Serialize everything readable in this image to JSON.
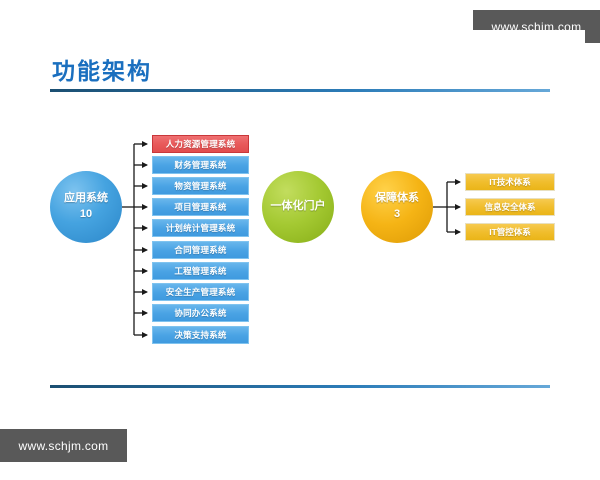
{
  "watermarks": {
    "top": "www.schjm.com",
    "bottom": "www.schjm.com"
  },
  "slide": {
    "title": "功能架构"
  },
  "diagram": {
    "application_hub": {
      "label": "应用系统",
      "count": "10"
    },
    "portal_hub": {
      "label": "一体化门户",
      "count": ""
    },
    "guarantee_hub": {
      "label": "保障体系",
      "count": "3"
    },
    "application_systems": [
      {
        "label": "人力资源管理系统",
        "style": "red"
      },
      {
        "label": "财务管理系统",
        "style": "blue"
      },
      {
        "label": "物资管理系统",
        "style": "blue"
      },
      {
        "label": "项目管理系统",
        "style": "blue"
      },
      {
        "label": "计划统计管理系统",
        "style": "blue"
      },
      {
        "label": "合同管理系统",
        "style": "blue"
      },
      {
        "label": "工程管理系统",
        "style": "blue"
      },
      {
        "label": "安全生产管理系统",
        "style": "blue"
      },
      {
        "label": "协同办公系统",
        "style": "blue"
      },
      {
        "label": "决策支持系统",
        "style": "blue"
      }
    ],
    "guarantee_items": [
      {
        "label": "IT技术体系"
      },
      {
        "label": "信息安全体系"
      },
      {
        "label": "IT管控体系"
      }
    ]
  },
  "colors": {
    "title_blue": "#1a6fbf",
    "rule_blue": "#1b4f72",
    "box_blue": "#4aa3e4",
    "box_red": "#e8595a",
    "box_amber": "#f0bd2c",
    "circle_blue": "#45a3e0",
    "circle_green": "#a4c932",
    "circle_amber": "#f5b415",
    "watermark_bg": "#595959"
  }
}
